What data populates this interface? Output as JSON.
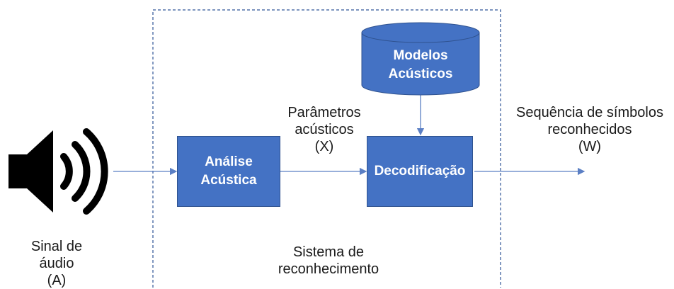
{
  "diagram": {
    "boundary_label": {
      "line1": "Sistema de",
      "line2": "reconhecimento"
    },
    "input_label": {
      "line1": "Sinal de",
      "line2": "áudio",
      "line3": "(A)"
    },
    "params_label": {
      "line1": "Parâmetros",
      "line2": "acústicos",
      "line3": "(X)"
    },
    "output_label": {
      "line1": "Sequência de símbolos",
      "line2": "reconhecidos",
      "line3": "(W)"
    },
    "nodes": {
      "analysis": {
        "line1": "Análise",
        "line2": "Acústica"
      },
      "decoding": {
        "label": "Decodificação"
      },
      "models": {
        "line1": "Modelos",
        "line2": "Acústicos"
      }
    },
    "speaker_icon": "speaker-icon",
    "colors": {
      "box_fill": "#4472c4",
      "box_border": "#2f528f",
      "arrow": "#5b7fc4",
      "boundary": "#2f5597"
    }
  }
}
